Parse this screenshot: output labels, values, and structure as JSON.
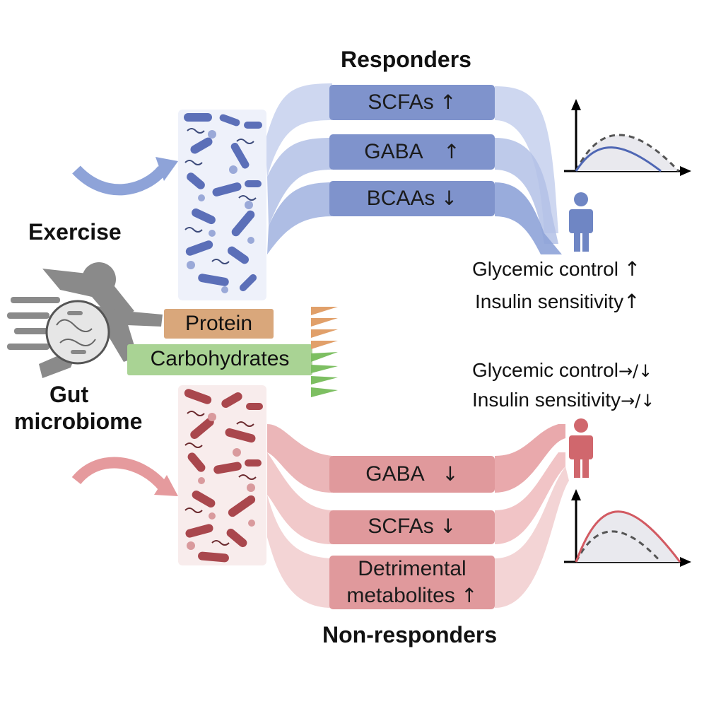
{
  "labels": {
    "responders": "Responders",
    "non_responders": "Non-responders",
    "exercise": "Exercise",
    "gut_line1": "Gut",
    "gut_line2": "microbiome"
  },
  "nutrients": {
    "protein": "Protein",
    "carbohydrates": "Carbohydrates"
  },
  "responder_boxes": [
    {
      "label": "SCFAs",
      "arrow": "↑"
    },
    {
      "label": "GABA",
      "arrow": "↑"
    },
    {
      "label": "BCAAs",
      "arrow": "↓"
    }
  ],
  "nonresponder_boxes": [
    {
      "label": "GABA",
      "arrow": "↓"
    },
    {
      "label": "SCFAs",
      "arrow": "↓"
    },
    {
      "label_line1": "Detrimental",
      "label_line2": "metabolites",
      "arrow": "↑"
    }
  ],
  "responder_outcomes": [
    {
      "text": "Glycemic control",
      "arrow": "↑"
    },
    {
      "text": "Insulin sensitivity",
      "arrow": "↑"
    }
  ],
  "nonresponder_outcomes": [
    {
      "text": "Glycemic control",
      "arrow": "→/↓"
    },
    {
      "text": "Insulin sensitivity",
      "arrow": "→/↓"
    }
  ],
  "colors": {
    "responder_blue": "#6f86c4",
    "responder_box": "#7f93cc",
    "nonresponder_red": "#d0676d",
    "nonresponder_box": "#e0999c",
    "protein": "#d9a77b",
    "carbohydrates": "#a9d394",
    "runner_gray": "#8a8a8a"
  }
}
